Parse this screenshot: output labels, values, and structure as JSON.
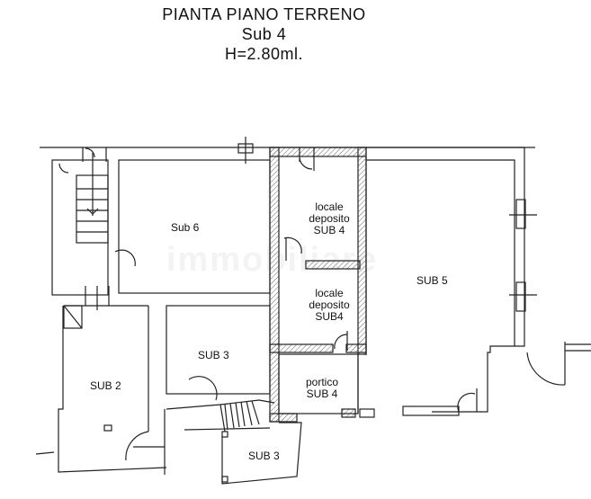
{
  "header": {
    "title": "PIANTA  PIANO  TERRENO",
    "subtitle": "Sub 4",
    "height_note": "H=2.80ml."
  },
  "watermark": "immobiliare",
  "rooms": [
    {
      "id": "sub6",
      "label": "Sub 6"
    },
    {
      "id": "deposito1",
      "label_lines": [
        "locale",
        "deposito",
        "SUB 4"
      ]
    },
    {
      "id": "deposito2",
      "label_lines": [
        "locale",
        "deposito",
        "SUB4"
      ]
    },
    {
      "id": "portico",
      "label_lines": [
        "portico",
        "SUB 4"
      ]
    },
    {
      "id": "sub5",
      "label": "SUB  5"
    },
    {
      "id": "sub3a",
      "label": "SUB 3"
    },
    {
      "id": "sub3b",
      "label": "SUB 3"
    },
    {
      "id": "sub2",
      "label": "SUB 2"
    }
  ],
  "colors": {
    "line": "#222222",
    "hatch": "#555555",
    "background": "#ffffff"
  }
}
